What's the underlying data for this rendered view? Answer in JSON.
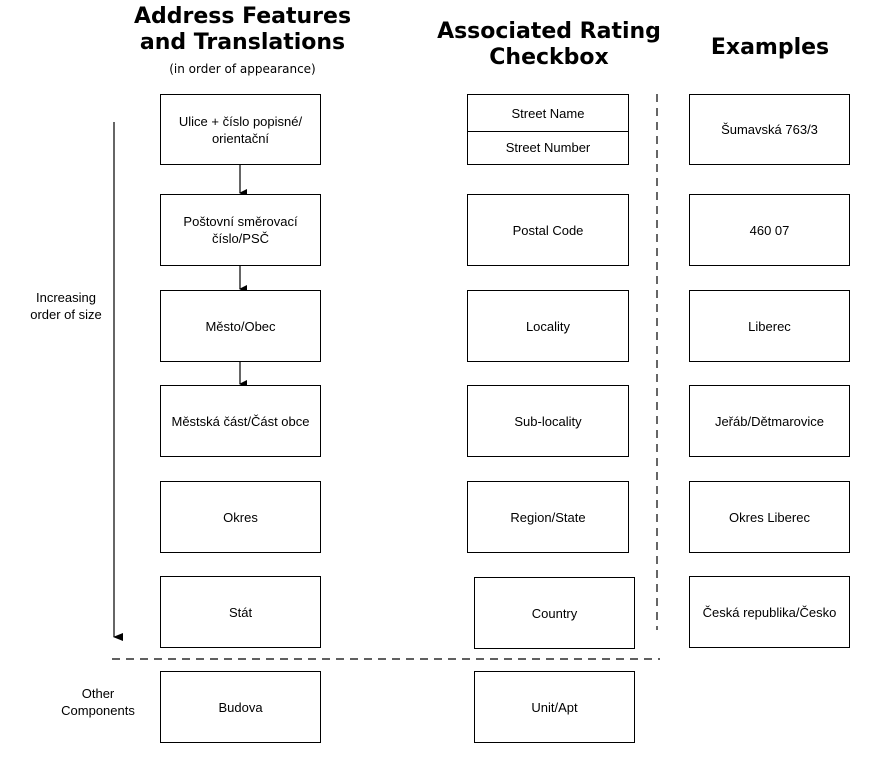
{
  "headers": {
    "address_line1": "Address Features",
    "address_line2": "and Translations",
    "address_sub": "(in order of appearance)",
    "rating_line1": "Associated Rating",
    "rating_line2": "Checkbox",
    "examples": "Examples"
  },
  "side_labels": {
    "size_line1": "Increasing",
    "size_line2": "order of size",
    "other_line1": "Other",
    "other_line2": "Components"
  },
  "address_features": [
    "Ulice + číslo popisné/ orientační",
    "Poštovní směrovací číslo/PSČ",
    "Město/Obec",
    "Městská část/Část obce",
    "Okres",
    "Stát"
  ],
  "other_feature": "Budova",
  "rating_checkboxes": {
    "street_name": "Street Name",
    "street_number": "Street Number",
    "postal_code": "Postal Code",
    "locality": "Locality",
    "sub_locality": "Sub-locality",
    "region_state": "Region/State",
    "country": "Country",
    "unit_apt": "Unit/Apt"
  },
  "examples": [
    "Šumavská 763/3",
    "460 07",
    "Liberec",
    "Jeřáb/Dětmarovice",
    "Okres Liberec",
    "Česká republika/Česko"
  ]
}
